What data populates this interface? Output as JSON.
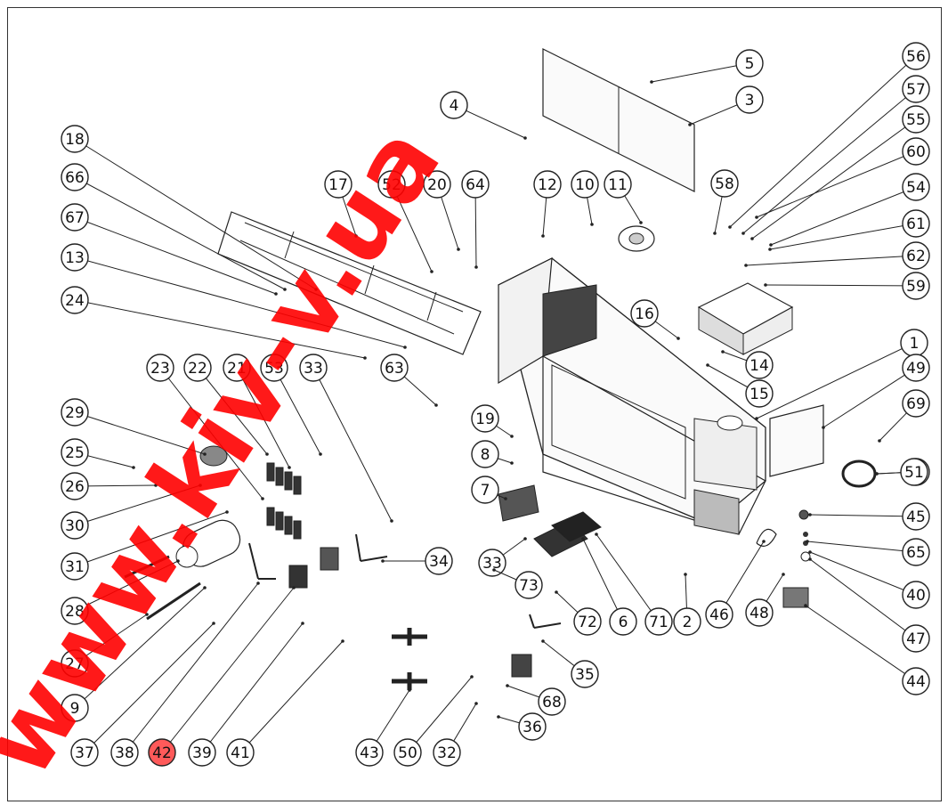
{
  "watermark": {
    "text": "www.kiv-v.ua",
    "color": "#ff0000"
  },
  "line_color": "#222222",
  "callouts": [
    "1",
    "2",
    "3",
    "4",
    "5",
    "6",
    "7",
    "8",
    "9",
    "10",
    "11",
    "12",
    "13",
    "14",
    "15",
    "16",
    "17",
    "18",
    "19",
    "20",
    "21",
    "22",
    "23",
    "24",
    "25",
    "26",
    "27",
    "28",
    "29",
    "30",
    "31",
    "32",
    "33",
    "33",
    "34",
    "35",
    "36",
    "37",
    "38",
    "39",
    "40",
    "41",
    "42",
    "43",
    "44",
    "45",
    "46",
    "47",
    "48",
    "49",
    "50",
    "51",
    "52",
    "53",
    "54",
    "55",
    "56",
    "57",
    "58",
    "59",
    "60",
    "61",
    "62",
    "63",
    "64",
    "65",
    "66",
    "67",
    "68",
    "69",
    "70",
    "71",
    "72",
    "73"
  ],
  "highlighted_callout": "42"
}
